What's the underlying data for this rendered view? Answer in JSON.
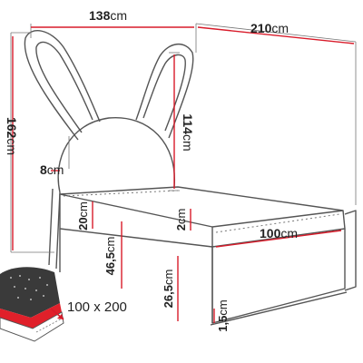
{
  "colors": {
    "dimension_line": "#d81b2a",
    "outline": "#555555",
    "guide": "#666666",
    "text": "#222222",
    "mattress_icon_top": "#3a3a3a",
    "mattress_icon_fill": "#e0202a"
  },
  "unit": "cm",
  "dimensions": {
    "overall_width": {
      "value": "138",
      "unit": "cm"
    },
    "overall_length": {
      "value": "210",
      "unit": "cm"
    },
    "overall_height": {
      "value": "162",
      "unit": "cm"
    },
    "headboard_height": {
      "value": "114",
      "unit": "cm"
    },
    "headboard_thickness": {
      "value": "8",
      "unit": "cm"
    },
    "top_panel_height": {
      "value": "20",
      "unit": "cm"
    },
    "gap_height": {
      "value": "2",
      "unit": "cm"
    },
    "drawer_depth": {
      "value": "100",
      "unit": "cm"
    },
    "base_height": {
      "value": "46,5",
      "unit": "cm"
    },
    "drawer_height": {
      "value": "26,5",
      "unit": "cm"
    },
    "leg_height": {
      "value": "1,5",
      "unit": "cm"
    }
  },
  "mattress": {
    "size_label": "100 x 200",
    "icon": "mattress-icon"
  }
}
